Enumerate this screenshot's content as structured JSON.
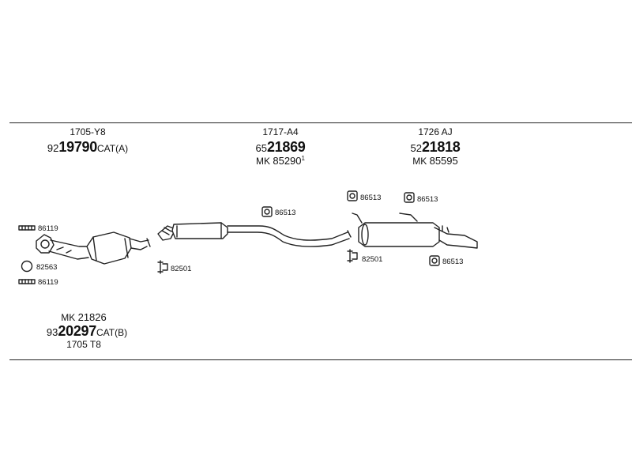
{
  "groups": {
    "front": {
      "code": "1705-Y8",
      "part_prefix": "92",
      "part_main": "19790",
      "part_suffix": "CAT(A)"
    },
    "middle": {
      "code": "1717-A4",
      "part_prefix": "65",
      "part_main": "21869",
      "mk_label": "MK",
      "mk_number": "85290",
      "mk_sup": "1"
    },
    "rear": {
      "code": "1726 AJ",
      "part_prefix": "52",
      "part_main": "21818",
      "mk_label": "MK",
      "mk_number": "85595"
    },
    "bottom": {
      "mk_label": "MK",
      "mk_number": "21826",
      "part_prefix": "93",
      "part_main": "20297",
      "part_suffix": "CAT(B)",
      "code": "1705 T8"
    }
  },
  "callouts": {
    "bolt_top": "86119",
    "ring": "82563",
    "bolt_bottom": "86119",
    "clamp_front": "82501",
    "hanger_mid": "86513",
    "hanger_rear_left": "86513",
    "hanger_rear_right": "86513",
    "clamp_rear": "82501",
    "hanger_rear_bottom": "86513"
  }
}
